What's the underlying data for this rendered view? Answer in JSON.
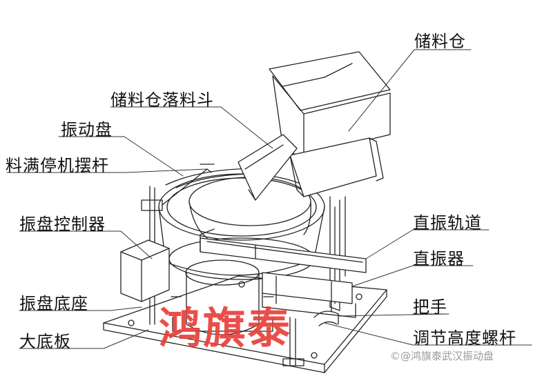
{
  "labels": {
    "hopper": "储料仓",
    "hopper_chute": "储料仓落料斗",
    "vibratory_bowl": "振动盘",
    "full_stop_lever": "料满停机摆杆",
    "bowl_controller": "振盘控制器",
    "linear_track": "直振轨道",
    "linear_vibrator": "直振器",
    "bowl_base": "振盘底座",
    "handle": "把手",
    "base_plate": "大底板",
    "height_screw": "调节高度螺杆"
  },
  "watermark": "鸿旗泰",
  "credit": "©@鸿旗泰武汉振动盘",
  "colors": {
    "line": "#222222",
    "leader": "#333333",
    "watermark": "#e8403a"
  }
}
